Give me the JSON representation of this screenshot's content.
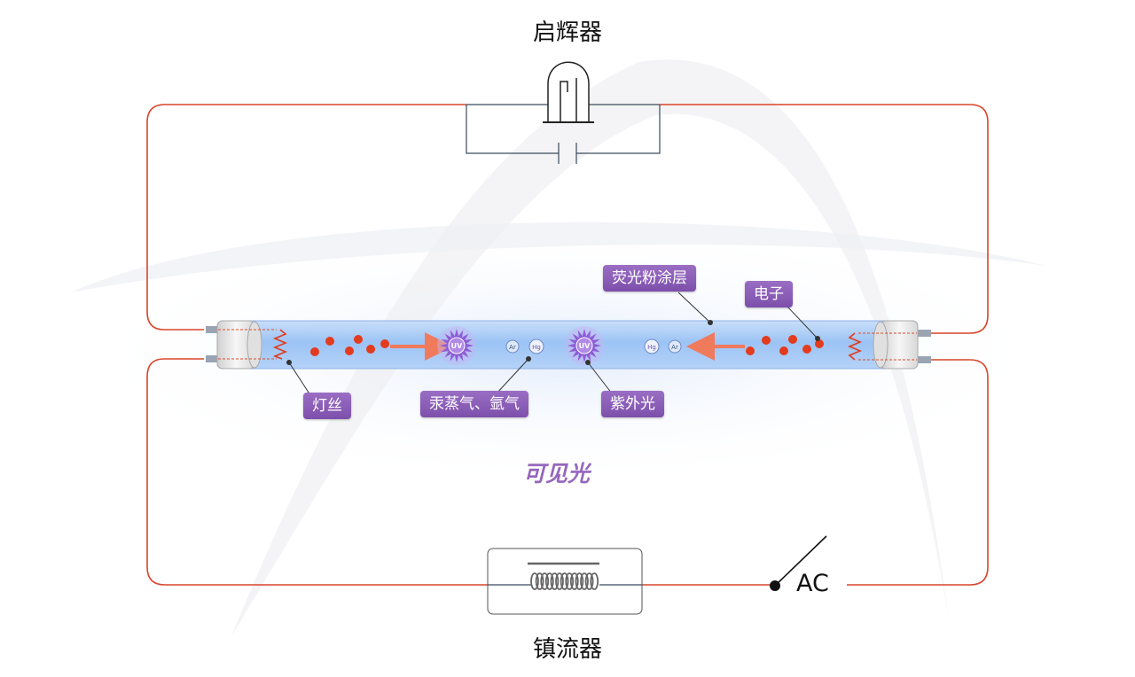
{
  "labels": {
    "starter": "启辉器",
    "ballast": "镇流器",
    "phosphor": "荧光粉涂层",
    "electron": "电子",
    "filament": "灯丝",
    "mercury_argon": "汞蒸气、氩气",
    "uv_light": "紫外光",
    "visible_light": "可见光",
    "ac": "AC"
  },
  "symbols": {
    "uv": "UV",
    "argon": "Ar",
    "mercury": "Hg"
  },
  "colors": {
    "wire": "#d9452a",
    "tag": "#8a5cb8",
    "tube": "#9cc3f5",
    "electron": "#e23b1e",
    "arrow": "#f07a5c",
    "uv_burst": "#8e5cd6",
    "visible_text": "#9567bd"
  }
}
